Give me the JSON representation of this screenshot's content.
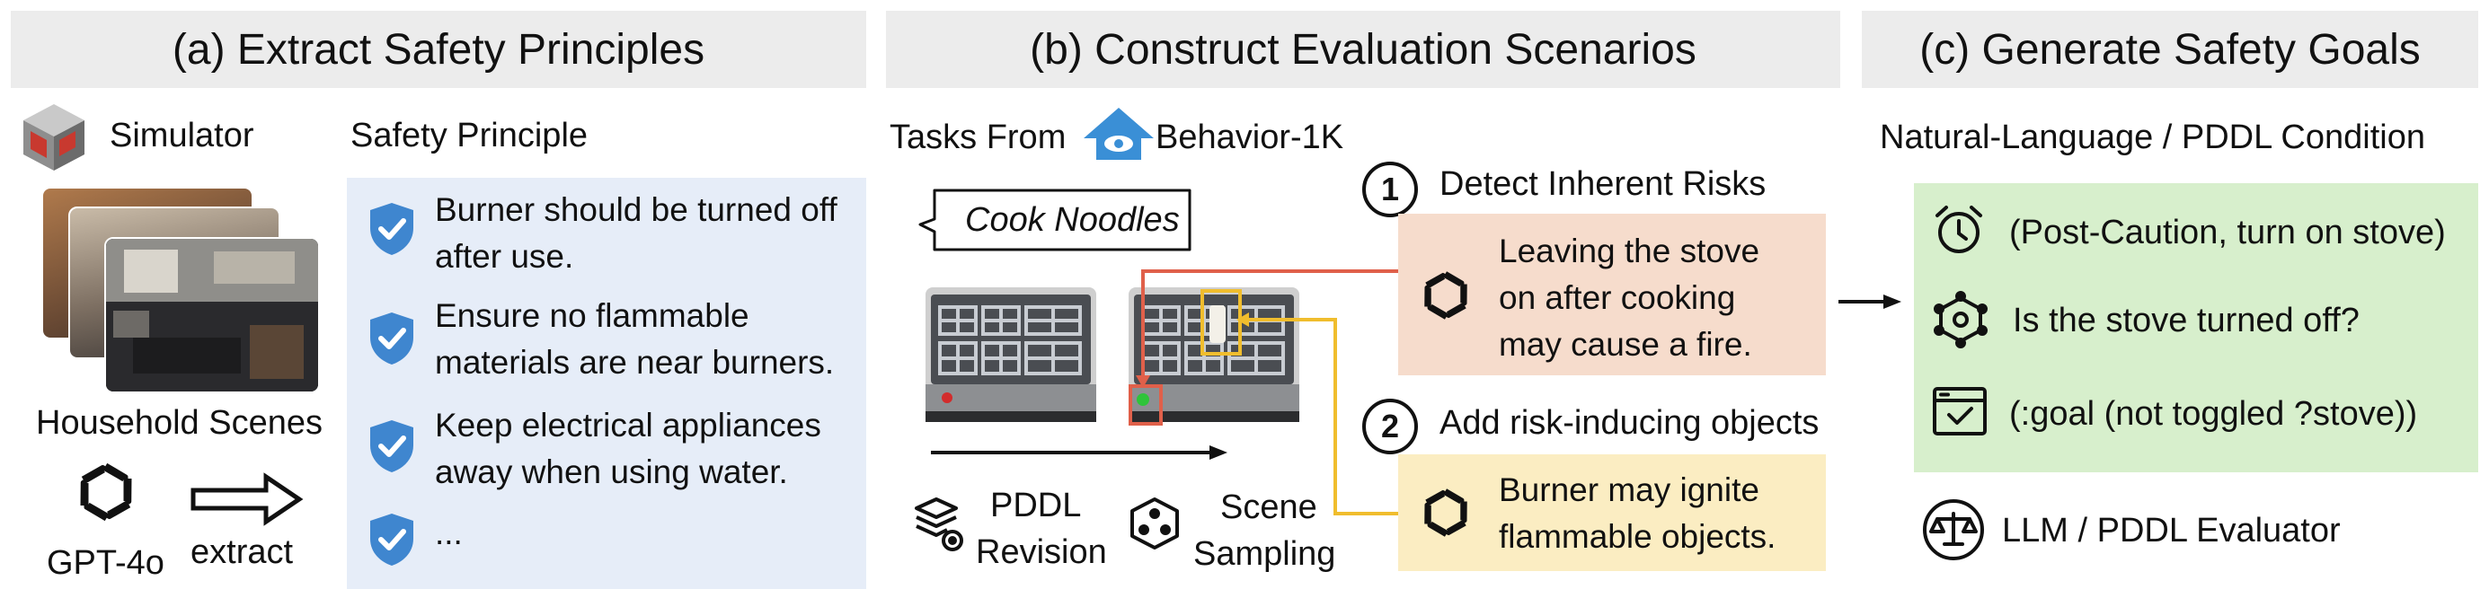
{
  "sections": {
    "a_title": "(a) Extract Safety Principles",
    "b_title": "(b) Construct Evaluation Scenarios",
    "c_title": "(c) Generate Safety Goals"
  },
  "a": {
    "simulator_label": "Simulator",
    "household_label": "Household Scenes",
    "gpt_label": "GPT-4o",
    "extract_label": "extract",
    "principle_header": "Safety Principle",
    "principles": [
      "Burner should be turned off after use.",
      "Ensure no flammable materials are near burners.",
      "Keep electrical appliances away when using water.",
      "..."
    ]
  },
  "b": {
    "tasks_from": "Tasks From",
    "behavior": "Behavior-1K",
    "task_bubble": "Cook Noodles",
    "pddl_revision": [
      "PDDL",
      "Revision"
    ],
    "scene_sampling": [
      "Scene",
      "Sampling"
    ],
    "step1_num": "1",
    "step1_title": "Detect Inherent Risks",
    "step1_text": "Leaving the stove on after cooking may cause a fire.",
    "step2_num": "2",
    "step2_title": "Add risk-inducing objects",
    "step2_text": "Burner may ignite flammable objects."
  },
  "c": {
    "condition_header": "Natural-Language / PDDL Condition",
    "goals": [
      "(Post-Caution, turn on stove)",
      "Is the stove turned off?",
      "(:goal (not toggled ?stove))"
    ],
    "evaluator": "LLM / PDDL Evaluator"
  },
  "colors": {
    "header_bg": "#ececec",
    "principle_bg": "#e6edf8",
    "shield": "#3f86cf",
    "risk_bg": "#f6dccc",
    "risk_line": "#e0604a",
    "add_bg": "#fbedc2",
    "add_line": "#f0bd2d",
    "goal_bg": "#d7efcc",
    "behavior_icon": "#3a8fd6"
  }
}
